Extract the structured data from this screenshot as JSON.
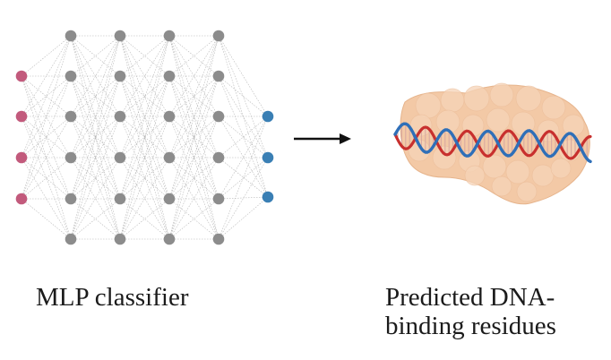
{
  "mlp": {
    "layers": [
      4,
      6,
      6,
      6,
      6,
      3
    ],
    "input_color": "#c25a7c",
    "hidden_color": "#8c8c8c",
    "output_color": "#3a7fb4",
    "edge_color": "#a8a8a8"
  },
  "arrow": {
    "icon": "right-arrow-icon",
    "color": "#111111"
  },
  "protein": {
    "blob_color": "#f3c9a6",
    "dna_red": "#c8302e",
    "dna_blue": "#2f6fb8",
    "dna_rung": "#d8a9a0"
  },
  "captions": {
    "left": "MLP classifier",
    "right_line1": "Predicted DNA-",
    "right_line2": "binding residues"
  }
}
